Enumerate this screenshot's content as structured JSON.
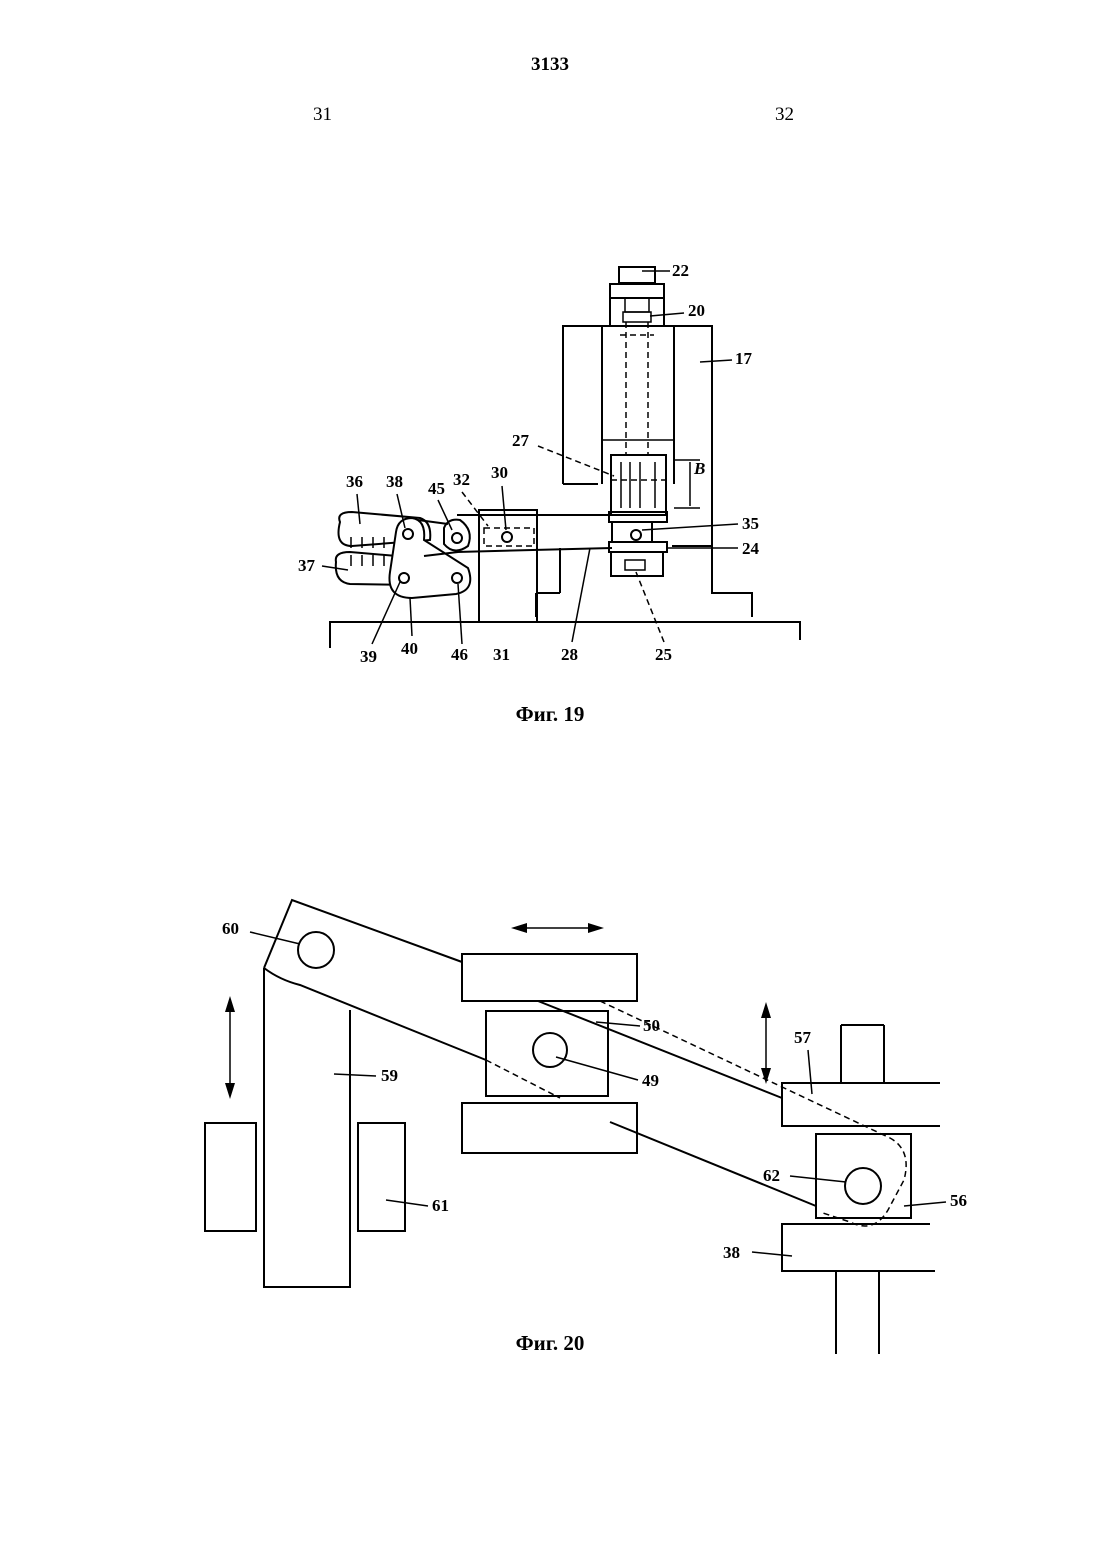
{
  "header": {
    "page_number": "3133",
    "column_left": "31",
    "column_right": "32"
  },
  "figure19": {
    "caption": "Фиг. 19",
    "labels": {
      "l22": "22",
      "l20": "20",
      "l17": "17",
      "l27": "27",
      "lB": "В",
      "l36": "36",
      "l38": "38",
      "l45": "45",
      "l32": "32",
      "l30": "30",
      "l35": "35",
      "l24": "24",
      "l37": "37",
      "l39": "39",
      "l40": "40",
      "l46": "46",
      "l31": "31",
      "l28": "28",
      "l25": "25"
    }
  },
  "figure20": {
    "caption": "Фиг. 20",
    "labels": {
      "l60": "60",
      "l50": "50",
      "l57": "57",
      "l59": "59",
      "l49": "49",
      "l62": "62",
      "l56": "56",
      "l61": "61",
      "l38": "38"
    }
  }
}
